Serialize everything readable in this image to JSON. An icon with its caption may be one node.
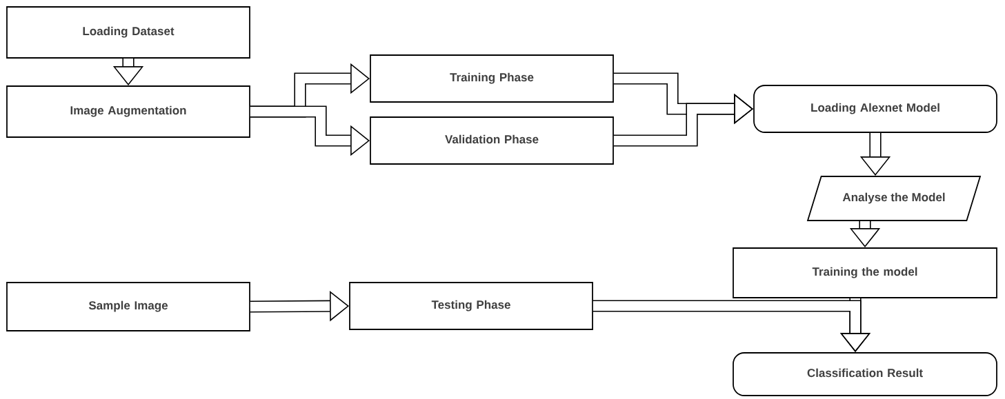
{
  "diagram": {
    "nodes": [
      {
        "text": [
          "Loading Dataset"
        ]
      },
      {
        "text": [
          "Image Augmentation"
        ]
      },
      {
        "text": [
          "Training Phase"
        ]
      },
      {
        "text": [
          "Validation Phase"
        ]
      },
      {
        "text": [
          "Loading Alexnet Model"
        ]
      },
      {
        "text": [
          "Analyse the Model"
        ]
      },
      {
        "text": [
          "Training the model"
        ]
      },
      {
        "text": [
          "Sample Image"
        ]
      },
      {
        "text": [
          "Testing Phase"
        ]
      },
      {
        "text": [
          "Classification Result"
        ]
      }
    ],
    "edges": [
      {
        "from": 0,
        "to": 1,
        "arrow": "to"
      },
      {
        "from": 1,
        "to": 2,
        "arrow": "to"
      },
      {
        "from": 1,
        "to": 3,
        "arrow": "to"
      },
      {
        "from": 2,
        "to": 4,
        "arrow": "to"
      },
      {
        "from": 3,
        "to": 4,
        "arrow": "to"
      },
      {
        "from": 4,
        "to": 5,
        "arrow": "to"
      },
      {
        "from": 5,
        "to": 6,
        "arrow": "to"
      },
      {
        "from": 7,
        "to": 8,
        "arrow": "to"
      },
      {
        "from": 6,
        "to": 9,
        "arrow": "to"
      },
      {
        "from": 8,
        "to": 9,
        "arrow": "to"
      }
    ]
  }
}
